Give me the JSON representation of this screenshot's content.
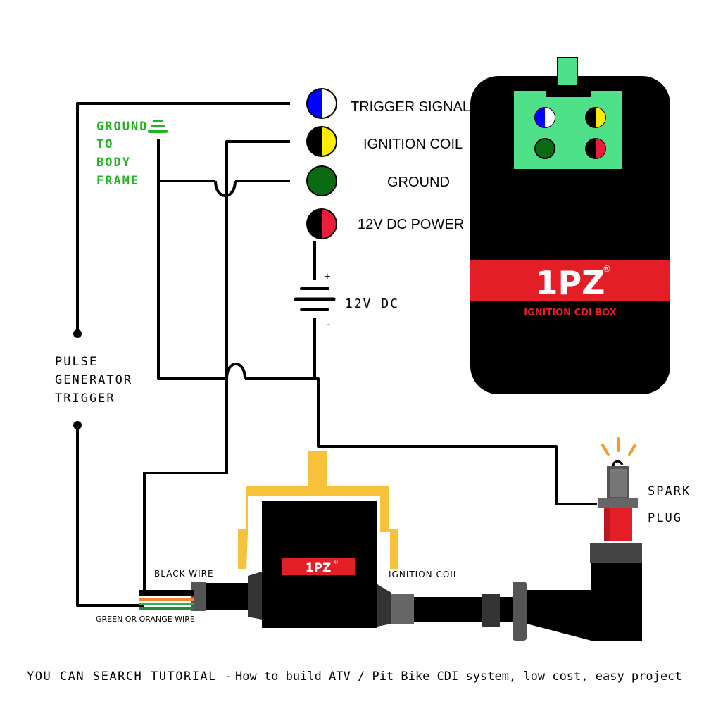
{
  "connectors": [
    {
      "label": "TRIGGER SIGNAL",
      "left_color": "#0000ff",
      "right_color": "#ffffff"
    },
    {
      "label": "IGNITION COIL",
      "left_color": "#000000",
      "right_color": "#ffec00"
    },
    {
      "label": "GROUND",
      "left_color": "#0a6b12",
      "right_color": "#0a6b12"
    },
    {
      "label": "12V DC POWER",
      "left_color": "#000000",
      "right_color": "#ee1c3a"
    }
  ],
  "ground_label": [
    "GROUND",
    "TO",
    "BODY",
    "FRAME"
  ],
  "pulse_label": [
    "PULSE",
    "GENERATOR",
    "TRIGGER"
  ],
  "battery": {
    "label": "12V DC",
    "plus": "+",
    "minus": "-"
  },
  "cdi_box": {
    "brand": "1PZ",
    "reg_mark": "®",
    "subtitle": "IGNITION CDI BOX"
  },
  "coil": {
    "brand": "1PZ",
    "reg_mark": "®",
    "label": "IGNITION COIL"
  },
  "wires": {
    "black": "BLACK WIRE",
    "green_orange": "GREEN OR ORANGE WIRE"
  },
  "spark_plug": [
    "SPARK",
    "PLUG"
  ],
  "footer": {
    "lead": "YOU CAN SEARCH TUTORIAL -",
    "text": "How to build ATV / Pit Bike CDI system, low cost, easy project"
  },
  "colors": {
    "wire": "#000000",
    "accent_red": "#e41e26",
    "ground_green": "#22b322",
    "connector_green": "#4fe08a",
    "coil_yellow": "#f7c23a",
    "spark_orange": "#f59a23"
  }
}
